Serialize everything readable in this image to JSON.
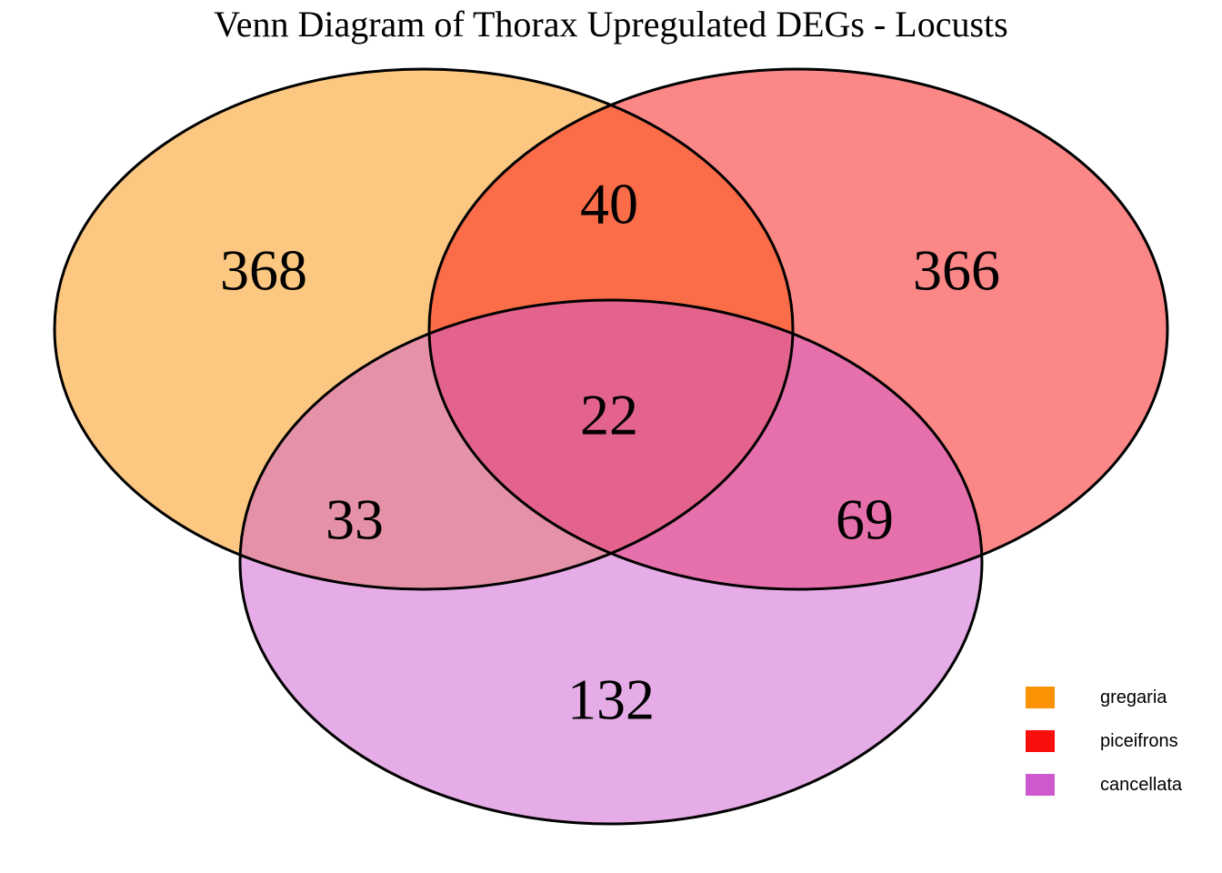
{
  "title": "Venn Diagram of Thorax Upregulated DEGs - Locusts",
  "chart_data": {
    "type": "venn",
    "title": "Venn Diagram of Thorax Upregulated DEGs - Locusts",
    "sets": [
      {
        "name": "gregaria",
        "color": "#FA9204",
        "unique": 368
      },
      {
        "name": "piceifrons",
        "color": "#FA0F0F",
        "unique": 366
      },
      {
        "name": "cancellata",
        "color": "#CE59CF",
        "unique": 132
      }
    ],
    "overlaps": {
      "gregaria_piceifrons": 40,
      "gregaria_cancellata": 33,
      "piceifrons_cancellata": 69,
      "gregaria_piceifrons_cancellata": 22
    },
    "layout": {
      "fill_opacity": 0.5,
      "outline_color": "#000000",
      "background": "#ffffff",
      "legend_position": "bottom-right"
    }
  }
}
